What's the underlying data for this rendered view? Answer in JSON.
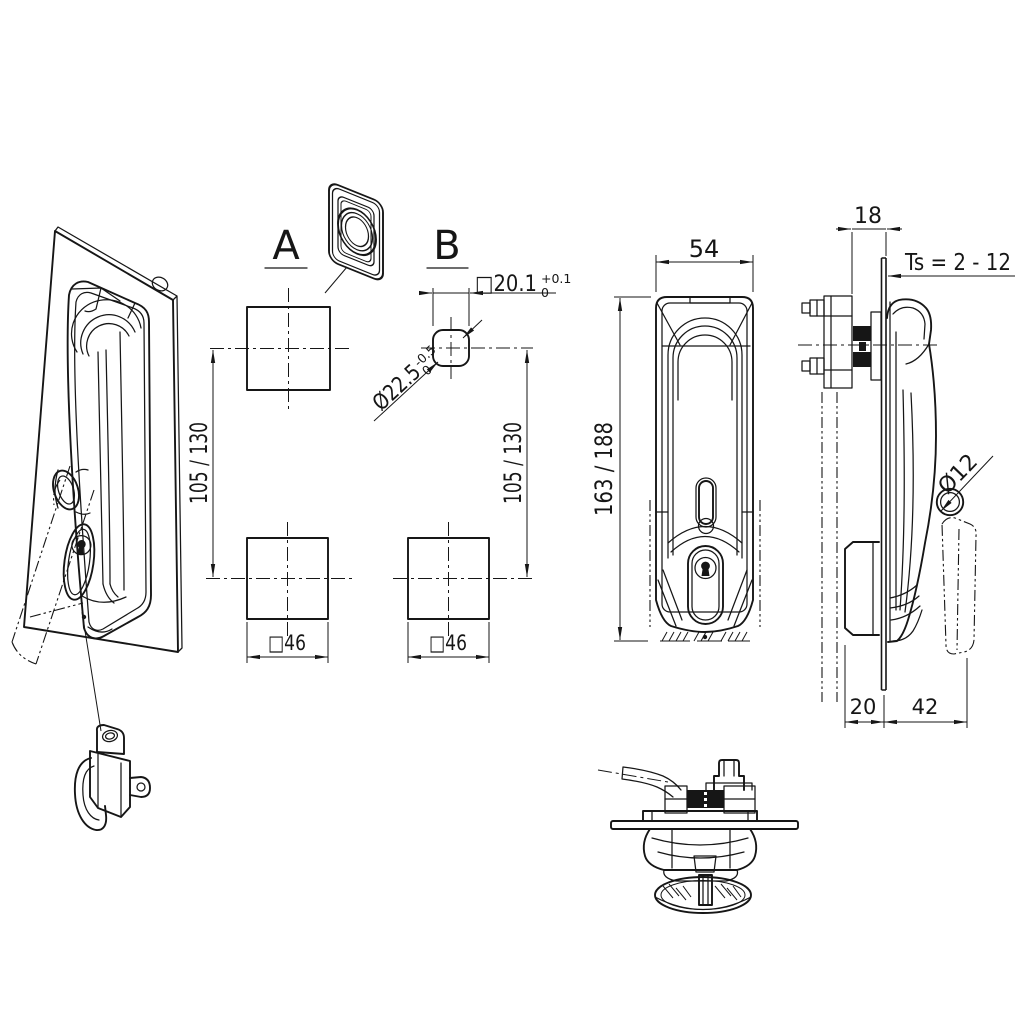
{
  "labels": {
    "view_a": "A",
    "view_b": "B"
  },
  "dims": {
    "spacing_left": "105 / 130",
    "spacing_right": "105 / 130",
    "square_a": "□46",
    "square_b": "□46",
    "cutout_square": "□20.1",
    "cutout_square_tol_top": "+0.1",
    "cutout_square_tol_bottom": "0",
    "cutout_dia": "Ø22.5",
    "cutout_dia_tol_top": "-0.5",
    "cutout_dia_tol_bottom": "0",
    "handle_width": "54",
    "handle_height": "163 / 188",
    "clamp_offset": "18",
    "door_thickness": "Ts = 2 - 12",
    "ring_dia": "Ø12",
    "depth_back": "20",
    "depth_front": "42"
  },
  "colors": {
    "line": "#161616",
    "background": "#ffffff"
  }
}
